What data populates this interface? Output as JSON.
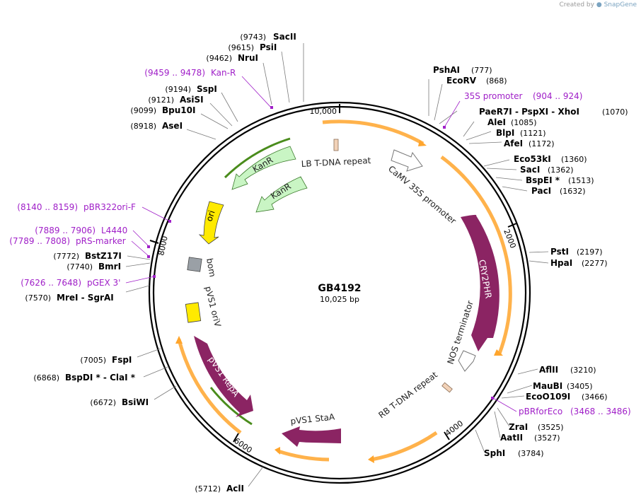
{
  "credit": {
    "prefix": "Created by",
    "brand": "SnapGene"
  },
  "plasmid": {
    "name": "GB4192",
    "length_label": "10,025 bp",
    "length_bp": 10025
  },
  "ticks": [
    {
      "bp": 2000,
      "label": "2000"
    },
    {
      "bp": 4000,
      "label": "4000"
    },
    {
      "bp": 6000,
      "label": "6000"
    },
    {
      "bp": 8000,
      "label": "8000"
    },
    {
      "bp": 10000,
      "label": "10,000"
    }
  ],
  "sites": [
    {
      "name": "SacII",
      "pos": "(9743)",
      "bp": 9743,
      "side": "L"
    },
    {
      "name": "PsiI",
      "pos": "(9615)",
      "bp": 9615,
      "side": "L"
    },
    {
      "name": "NruI",
      "pos": "(9462)",
      "bp": 9462,
      "side": "L"
    },
    {
      "name": "SspI",
      "pos": "(9194)",
      "bp": 9194,
      "side": "L"
    },
    {
      "name": "AsiSI",
      "pos": "(9121)",
      "bp": 9121,
      "side": "L"
    },
    {
      "name": "Bpu10I",
      "pos": "(9099)",
      "bp": 9099,
      "side": "L"
    },
    {
      "name": "AseI",
      "pos": "(8918)",
      "bp": 8918,
      "side": "L"
    },
    {
      "name": "BstZ17I",
      "pos": "(7772)",
      "bp": 7772,
      "side": "L"
    },
    {
      "name": "BmrI",
      "pos": "(7740)",
      "bp": 7740,
      "side": "L"
    },
    {
      "name": "MreI - SgrAI",
      "pos": "(7570)",
      "bp": 7570,
      "side": "L"
    },
    {
      "name": "FspI",
      "pos": "(7005)",
      "bp": 7005,
      "side": "L"
    },
    {
      "name": "BspDI * - ClaI *",
      "pos": "(6868)",
      "bp": 6868,
      "side": "L"
    },
    {
      "name": "BsiWI",
      "pos": "(6672)",
      "bp": 6672,
      "side": "L"
    },
    {
      "name": "AclI",
      "pos": "(5712)",
      "bp": 5712,
      "side": "L"
    },
    {
      "name": "PshAI",
      "pos": "(777)",
      "bp": 777,
      "side": "R"
    },
    {
      "name": "EcoRV",
      "pos": "(868)",
      "bp": 868,
      "side": "R"
    },
    {
      "name": "PaeR7I - PspXI - XhoI",
      "pos": "(1070)",
      "bp": 1070,
      "side": "R"
    },
    {
      "name": "AleI",
      "pos": "(1085)",
      "bp": 1085,
      "side": "R"
    },
    {
      "name": "BlpI",
      "pos": "(1121)",
      "bp": 1121,
      "side": "R"
    },
    {
      "name": "AfeI",
      "pos": "(1172)",
      "bp": 1172,
      "side": "R"
    },
    {
      "name": "Eco53kI",
      "pos": "(1360)",
      "bp": 1360,
      "side": "R"
    },
    {
      "name": "SacI",
      "pos": "(1362)",
      "bp": 1362,
      "side": "R"
    },
    {
      "name": "BspEI *",
      "pos": "(1513)",
      "bp": 1513,
      "side": "R"
    },
    {
      "name": "PacI",
      "pos": "(1632)",
      "bp": 1632,
      "side": "R"
    },
    {
      "name": "PstI",
      "pos": "(2197)",
      "bp": 2197,
      "side": "R"
    },
    {
      "name": "HpaI",
      "pos": "(2277)",
      "bp": 2277,
      "side": "R"
    },
    {
      "name": "AflII",
      "pos": "(3210)",
      "bp": 3210,
      "side": "R"
    },
    {
      "name": "MauBI",
      "pos": "(3405)",
      "bp": 3405,
      "side": "R"
    },
    {
      "name": "EcoO109I",
      "pos": "(3466)",
      "bp": 3466,
      "side": "R"
    },
    {
      "name": "ZraI",
      "pos": "(3525)",
      "bp": 3525,
      "side": "R"
    },
    {
      "name": "AatII",
      "pos": "(3527)",
      "bp": 3527,
      "side": "R"
    },
    {
      "name": "SphI",
      "pos": "(3784)",
      "bp": 3784,
      "side": "R"
    }
  ],
  "primers": [
    {
      "name": "Kan-R",
      "range": "(9459 .. 9478)",
      "bp": 9468,
      "side": "L"
    },
    {
      "name": "pBR322ori-F",
      "range": "(8140 .. 8159)",
      "bp": 8150,
      "side": "L"
    },
    {
      "name": "L4440",
      "range": "(7889 .. 7906)",
      "bp": 7897,
      "side": "L"
    },
    {
      "name": "pRS-marker",
      "range": "(7789 .. 7808)",
      "bp": 7798,
      "side": "L"
    },
    {
      "name": "pGEX 3'",
      "range": "(7626 .. 7648)",
      "bp": 7637,
      "side": "L"
    },
    {
      "name": "35S promoter",
      "range": "(904 .. 924)",
      "bp": 914,
      "side": "R"
    },
    {
      "name": "pBRforEco",
      "range": "(3468 .. 3486)",
      "bp": 3477,
      "side": "R"
    }
  ],
  "features": [
    {
      "name": "LB T-DNA repeat",
      "kind": "repeat"
    },
    {
      "name": "CaMV 35S promoter",
      "kind": "promoter"
    },
    {
      "name": "CRY2PHR",
      "kind": "cds"
    },
    {
      "name": "NOS terminator",
      "kind": "terminator"
    },
    {
      "name": "RB T-DNA repeat",
      "kind": "repeat"
    },
    {
      "name": "pVS1 StaA",
      "kind": "cds"
    },
    {
      "name": "pVS1 RepA",
      "kind": "cds"
    },
    {
      "name": "pVS1 oriV",
      "kind": "origin"
    },
    {
      "name": "bom",
      "kind": "misc"
    },
    {
      "name": "ori",
      "kind": "origin"
    },
    {
      "name": "KanR",
      "kind": "marker"
    },
    {
      "name": "KanR",
      "kind": "marker"
    }
  ],
  "colors": {
    "backbone": "#000000",
    "primer": "#a020c8",
    "cds": "#8b2463",
    "orange_arc": "#ffa52c",
    "green_arc": "#4a8c1c",
    "marker": "#c9f5c4",
    "ori": "#ffea00",
    "bom": "#9aa0a6",
    "repeat": "#f2d2b8",
    "promoter_outline": "#777777"
  }
}
